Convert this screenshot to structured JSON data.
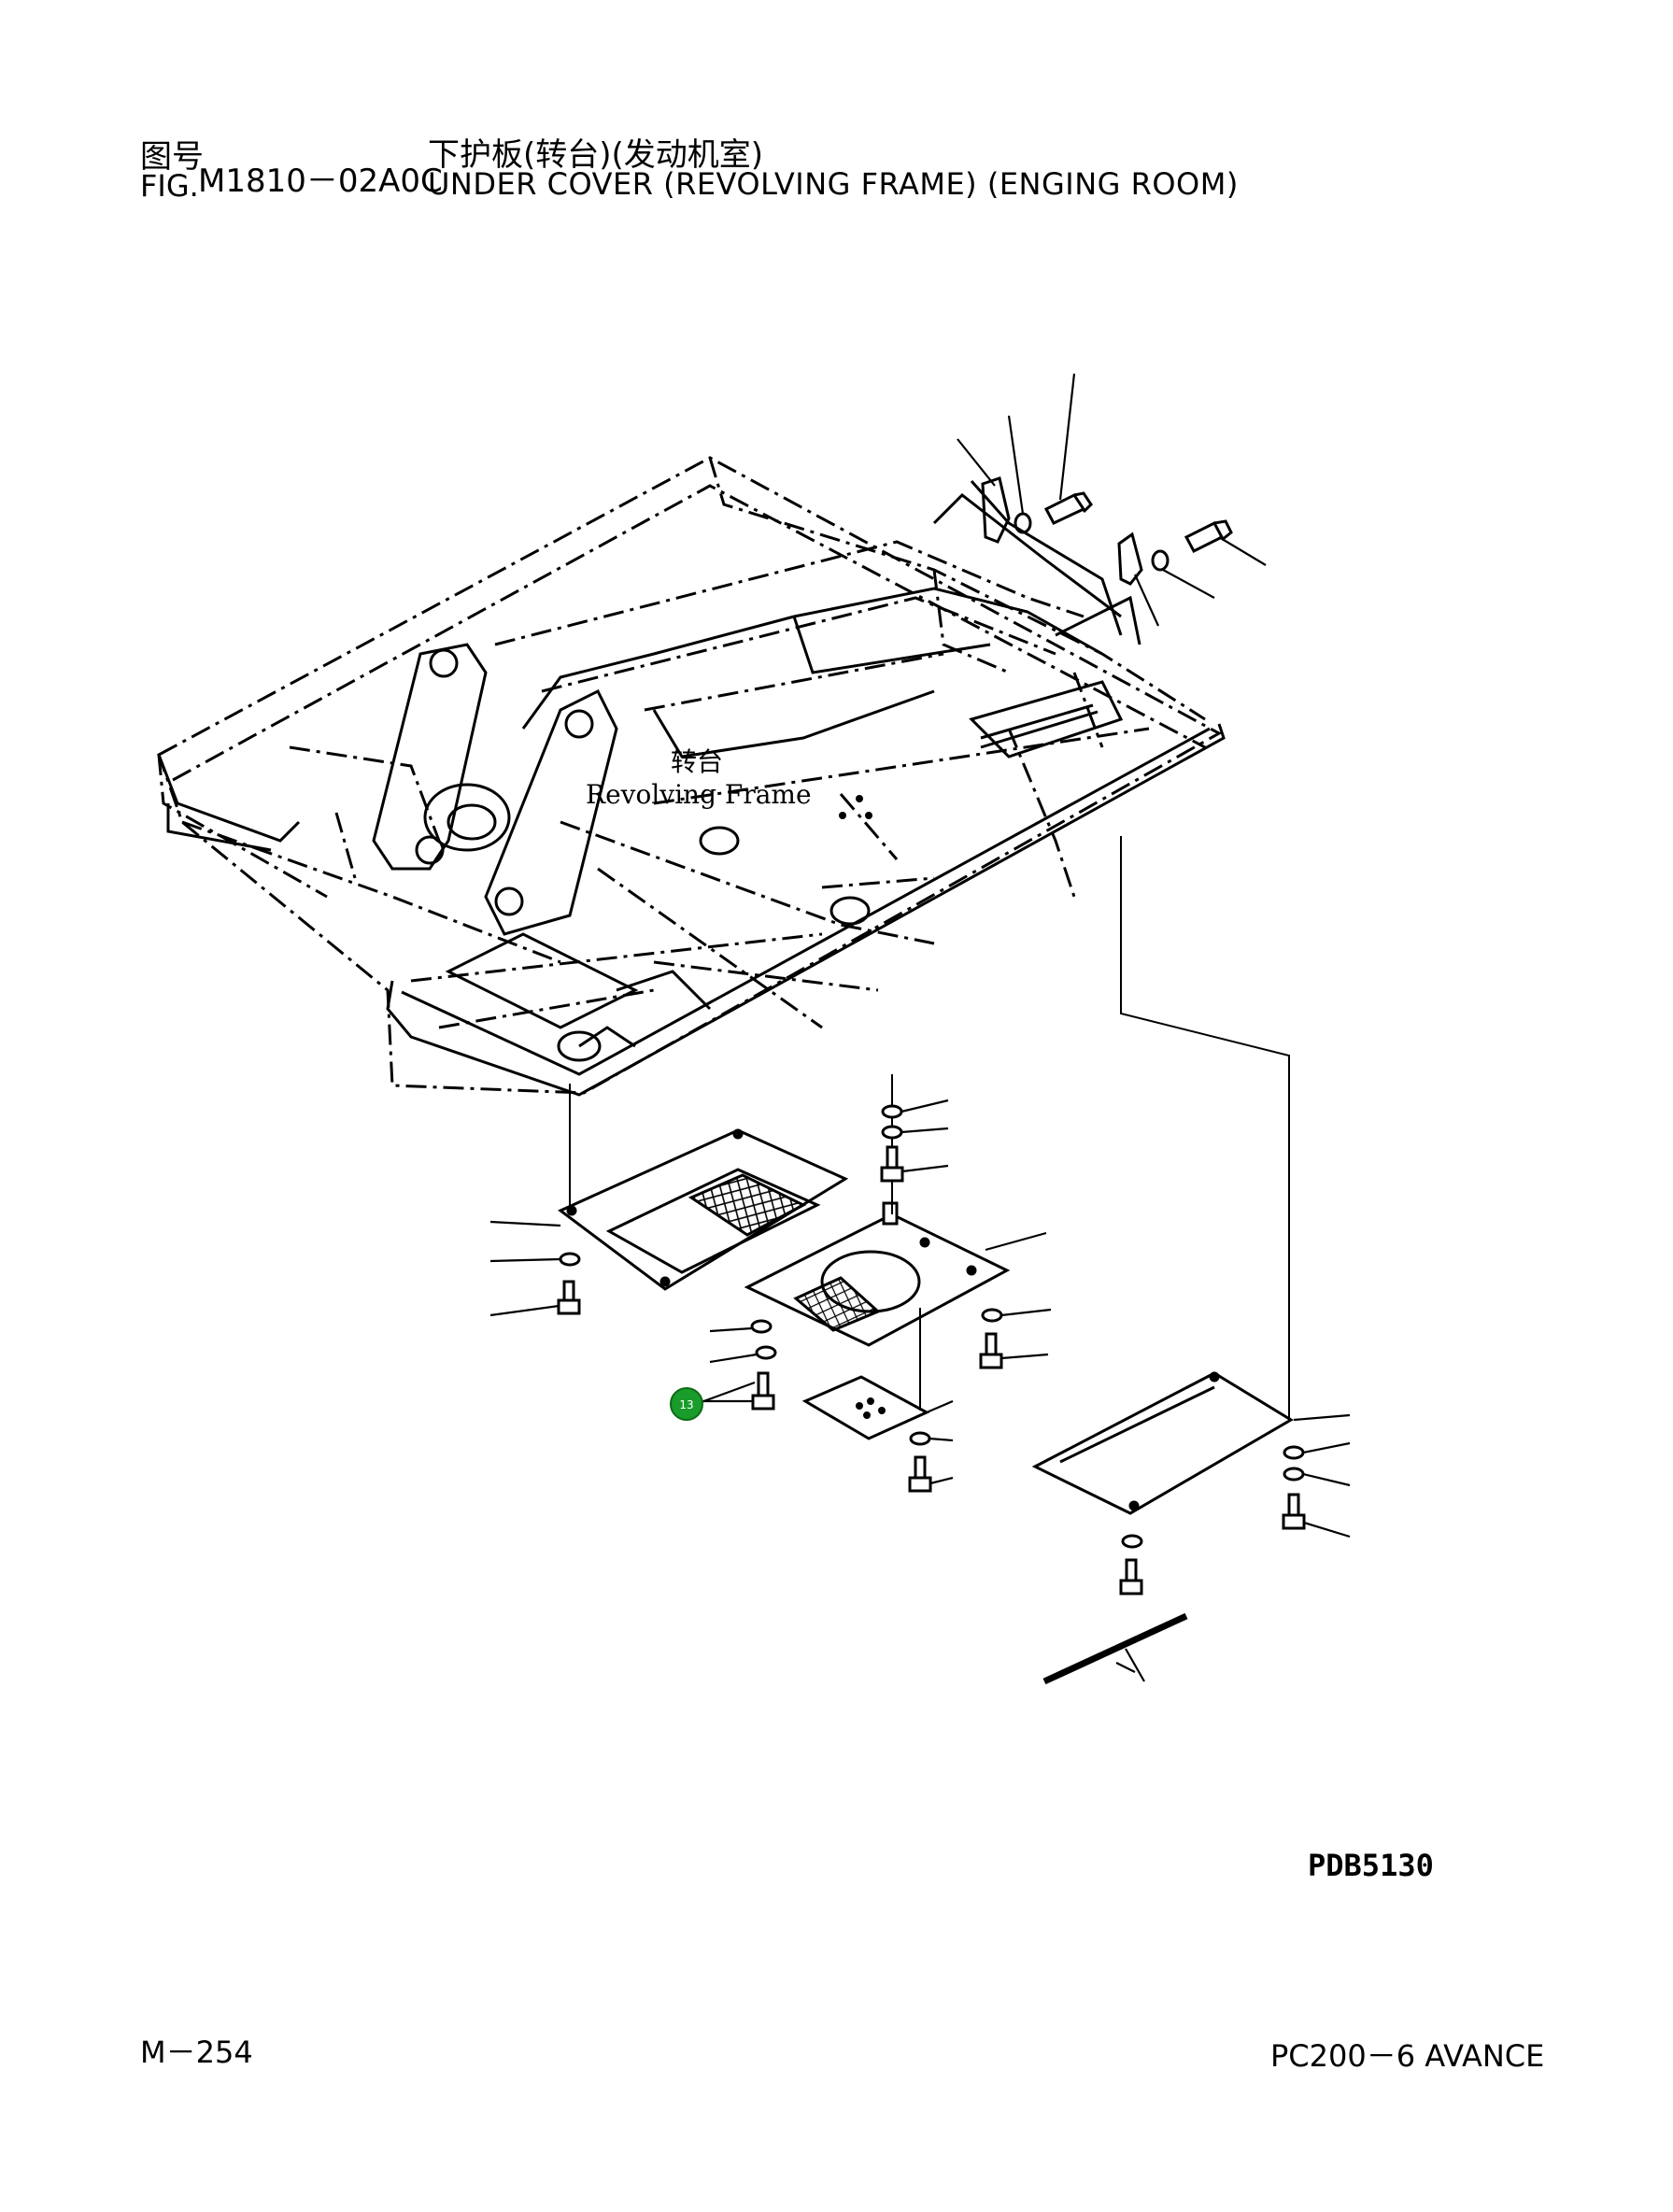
{
  "header": {
    "fig_label_cn": "图号",
    "fig_label_en": "FIG.",
    "fig_number": "M1810－02A0C",
    "title_cn": "下护板(转台)(发动机室)",
    "title_en": "UNDER COVER (REVOLVING FRAME) (ENGING ROOM)"
  },
  "diagram": {
    "frame_label_cn": "转台",
    "frame_label_en": "Revolving Frame",
    "callout_number": "13",
    "callout_color": "#1a9c2a"
  },
  "footer": {
    "drawing_code": "PDB5130",
    "page": "M－254",
    "model": "PC200－6 AVANCE"
  }
}
